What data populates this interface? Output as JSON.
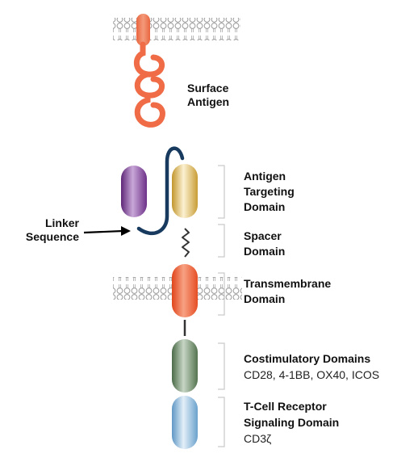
{
  "colors": {
    "surface_antigen": "#ef6c47",
    "membrane": "#cfcfcf",
    "linker": "#173a5e",
    "vh_domain": "#7a3a92",
    "vl_domain": "#d9b44a",
    "transmembrane": "#ee5a2f",
    "costimulatory": "#5d7d5b",
    "signaling": "#7fb3d8",
    "bracket": "#c9c9c9"
  },
  "labels": {
    "surface_antigen": [
      "Surface",
      "Antigen"
    ],
    "linker_sequence": [
      "Linker",
      "Sequence"
    ],
    "antigen_targeting": [
      "Antigen",
      "Targeting",
      "Domain"
    ],
    "spacer": [
      "Spacer",
      "Domain"
    ],
    "transmembrane": [
      "Transmembrane",
      "Domain"
    ],
    "costimulatory": {
      "title": "Costimulatory Domains",
      "detail": "CD28, 4-1BB, OX40, ICOS"
    },
    "signaling": {
      "title": [
        "T-Cell Receptor",
        "Signaling Domain"
      ],
      "detail": "CD3ζ"
    }
  }
}
